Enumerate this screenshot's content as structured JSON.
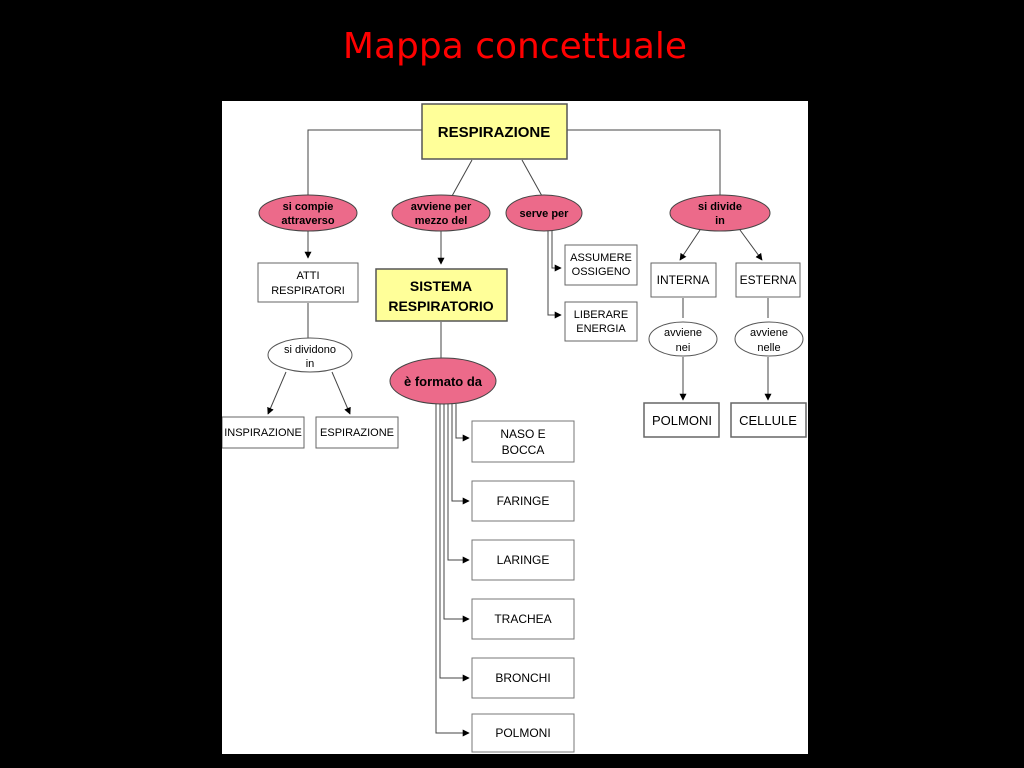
{
  "slide": {
    "title": "Mappa concettuale"
  },
  "map": {
    "root": "RESPIRAZIONE",
    "links": {
      "compie": [
        "si compie",
        "attraverso"
      ],
      "avviene": [
        "avviene per",
        "mezzo del"
      ],
      "serve": "serve per",
      "divide": [
        "si divide",
        "in"
      ],
      "dividono": [
        "si dividono",
        "in"
      ],
      "formato": "è formato da",
      "avviene_nei": [
        "avviene",
        "nei"
      ],
      "avviene_nelle": [
        "avviene",
        "nelle"
      ]
    },
    "nodes": {
      "atti": [
        "ATTI",
        "RESPIRATORI"
      ],
      "sistema": [
        "SISTEMA",
        "RESPIRATORIO"
      ],
      "ossigeno": [
        "ASSUMERE",
        "OSSIGENO"
      ],
      "energia": [
        "LIBERARE",
        "ENERGIA"
      ],
      "interna": "INTERNA",
      "esterna": "ESTERNA",
      "inspirazione": "INSPIRAZIONE",
      "espirazione": "ESPIRAZIONE",
      "polmoni_right": "POLMONI",
      "cellule": "CELLULE",
      "organs": [
        [
          "NASO E",
          "BOCCA"
        ],
        [
          "FARINGE"
        ],
        [
          "LARINGE"
        ],
        [
          "TRACHEA"
        ],
        [
          "BRONCHI"
        ],
        [
          "POLMONI"
        ]
      ]
    }
  }
}
